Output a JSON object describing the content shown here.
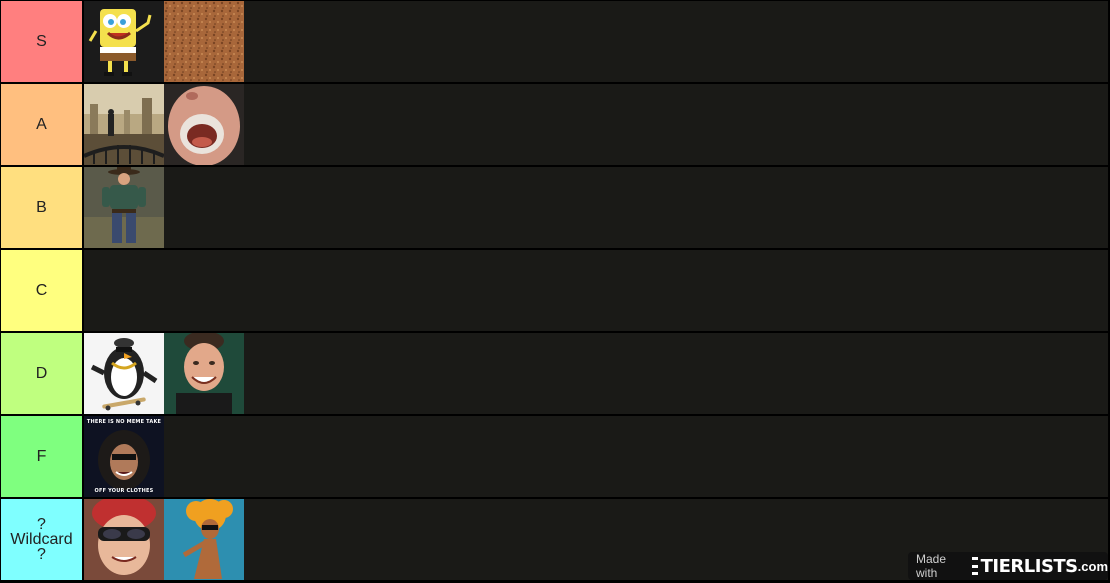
{
  "tiers": [
    {
      "label": "S",
      "color": "#ff7f7f",
      "items": [
        "spongebob",
        "cork-texture"
      ]
    },
    {
      "label": "A",
      "color": "#ffbf7f",
      "items": [
        "ruined-city-figure",
        "open-mouth-face"
      ]
    },
    {
      "label": "B",
      "color": "#ffdf7f",
      "items": [
        "cowboy-character"
      ]
    },
    {
      "label": "C",
      "color": "#ffff7f",
      "items": []
    },
    {
      "label": "D",
      "color": "#bfff7f",
      "items": [
        "penguin-skateboard",
        "smiling-man"
      ]
    },
    {
      "label": "F",
      "color": "#7fff7f",
      "items": [
        "no-meme-take-poster"
      ]
    },
    {
      "label": "?\nWildcard\n?",
      "color": "#7fffff",
      "items": [
        "goggles-kid",
        "afro-cartoon"
      ]
    }
  ],
  "meme_poster": {
    "top_text": "THERE IS NO MEME TAKE",
    "bottom_text": "OFF YOUR CLOTHES"
  },
  "watermark": {
    "made_with": "Made with",
    "brand": "TIERLISTS",
    "tld": ".com"
  }
}
